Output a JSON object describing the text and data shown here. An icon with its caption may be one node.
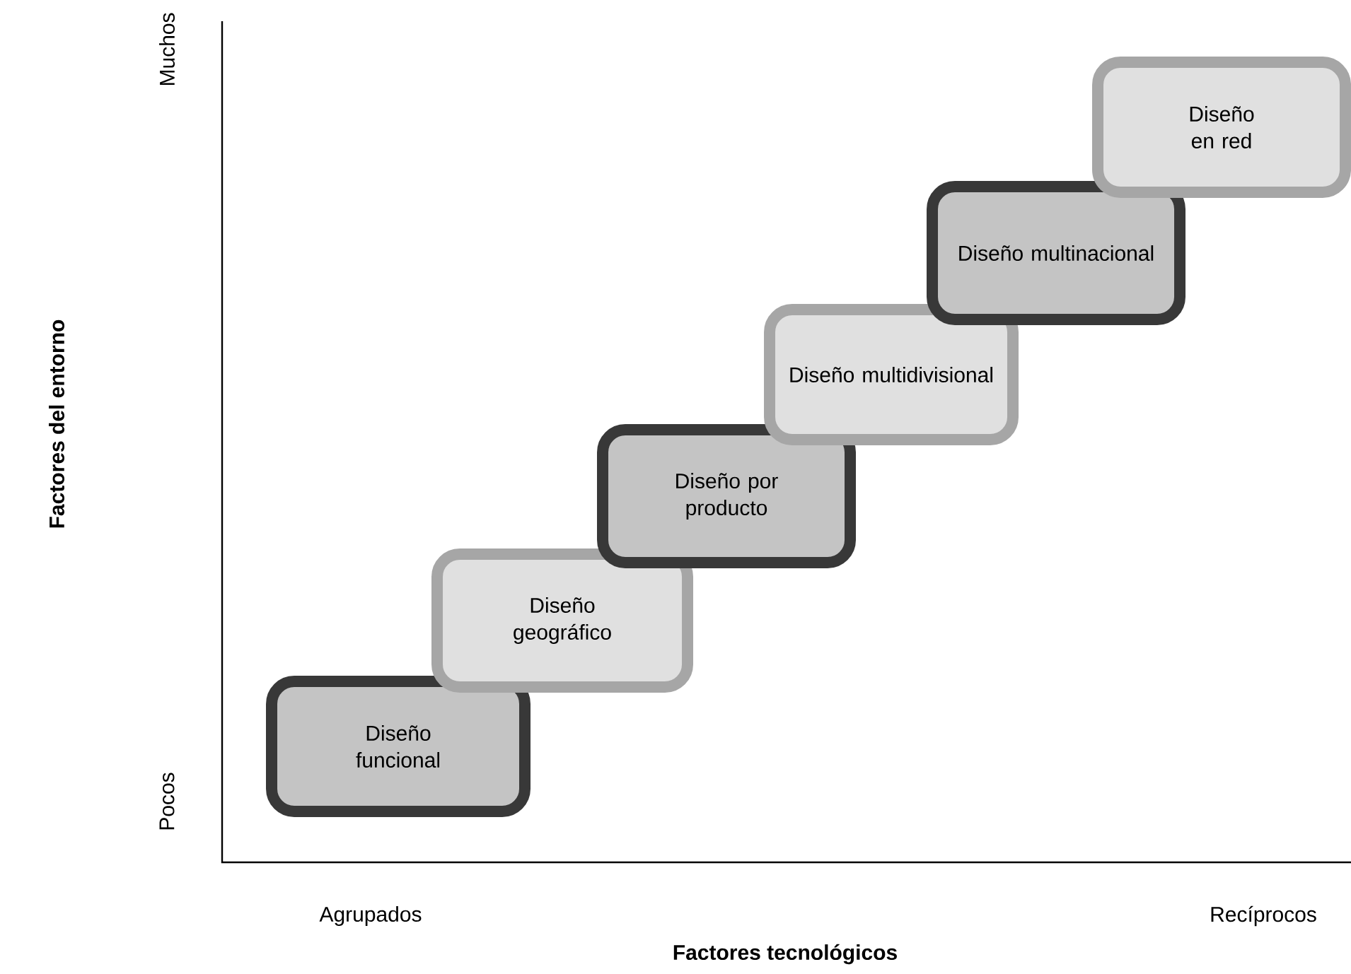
{
  "diagram": {
    "nodes": [
      {
        "text": [
          "Diseño funcional"
        ]
      },
      {
        "text": [
          "Diseño geográfico"
        ]
      },
      {
        "text": [
          "Diseño por producto"
        ]
      },
      {
        "text": [
          "Diseño multidivisional"
        ]
      },
      {
        "text": [
          "Diseño multinacional"
        ]
      },
      {
        "text": [
          "Diseño en red"
        ]
      }
    ],
    "labels": [
      "Muchos",
      "Pocos",
      "Factores del entorno",
      "Agrupados",
      "Recíprocos",
      "Factores tecnológicos"
    ]
  }
}
